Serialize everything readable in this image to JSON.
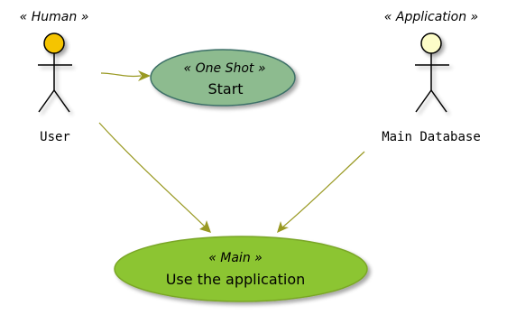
{
  "actors": [
    {
      "id": "user",
      "name": "User",
      "stereotype": "« Human »",
      "head_color": "#f5c400"
    },
    {
      "id": "main-database",
      "name": "Main Database",
      "stereotype": "« Application »",
      "head_color": "#fdfdc8"
    }
  ],
  "usecases": [
    {
      "id": "start",
      "stereotype": "« One Shot »",
      "label": "Start",
      "fill_color": "#8dbb8f",
      "border_color": "#3d6f67"
    },
    {
      "id": "use-app",
      "stereotype": "« Main »",
      "label": "Use the application",
      "fill_color": "#8cc532",
      "border_color": "#7aa628"
    }
  ],
  "colors": {
    "edge": "#999922",
    "actor_outline": "#000000"
  }
}
